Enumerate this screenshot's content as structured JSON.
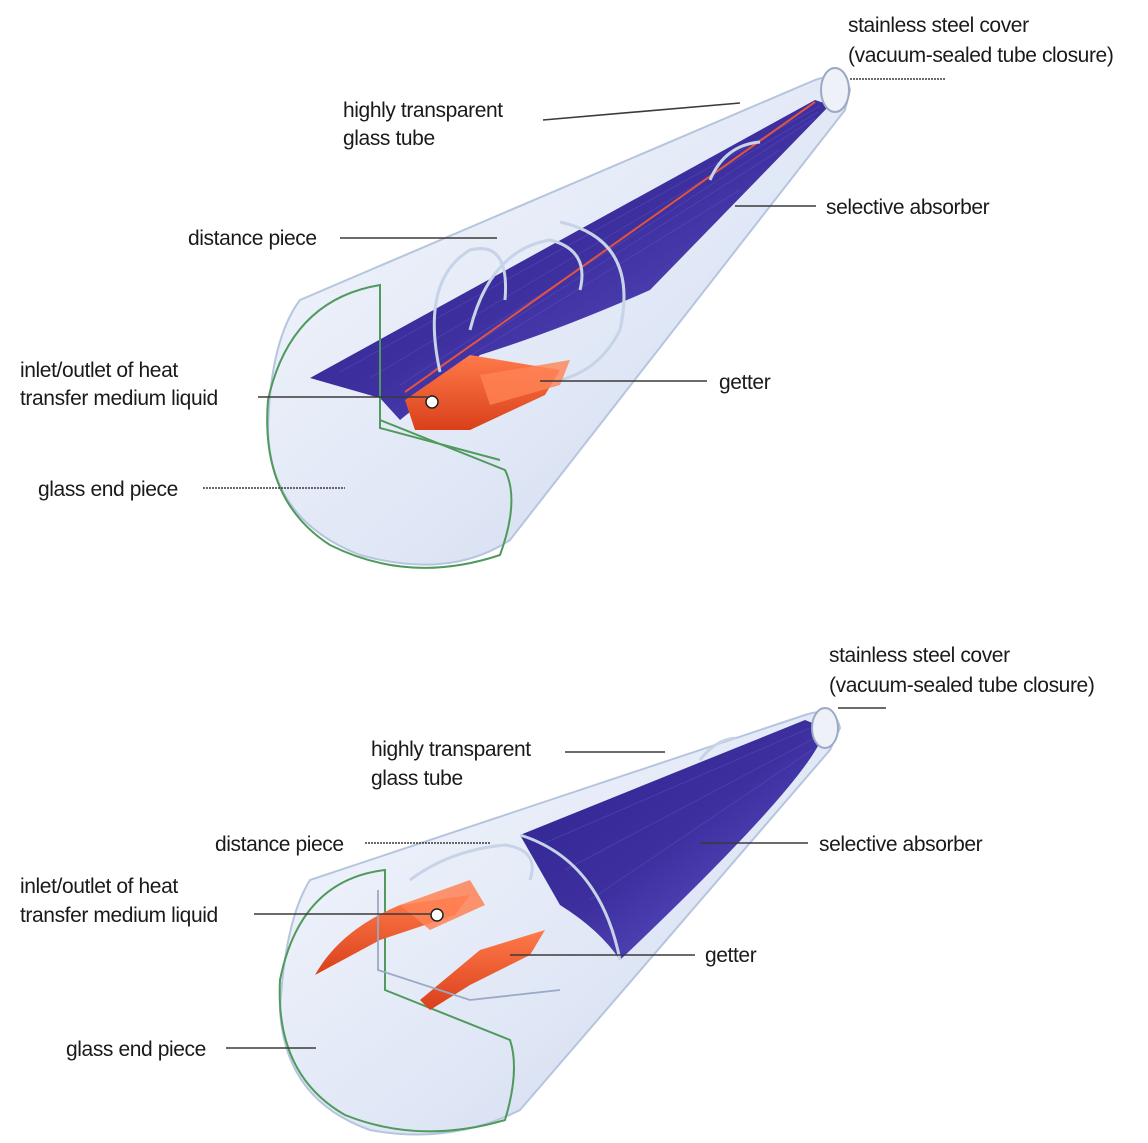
{
  "diagrams": [
    {
      "labels": {
        "stainless_steel_cover_line1": "stainless steel cover",
        "stainless_steel_cover_line2": "(vacuum-sealed tube closure)",
        "glass_tube_line1": "highly transparent",
        "glass_tube_line2": "glass tube",
        "selective_absorber": "selective absorber",
        "distance_piece": "distance piece",
        "inlet_outlet_line1": "inlet/outlet of heat",
        "inlet_outlet_line2": "transfer medium liquid",
        "getter": "getter",
        "glass_end_piece": "glass end piece"
      }
    },
    {
      "labels": {
        "stainless_steel_cover_line1": "stainless steel cover",
        "stainless_steel_cover_line2": "(vacuum-sealed tube closure)",
        "glass_tube_line1": "highly transparent",
        "glass_tube_line2": "glass tube",
        "selective_absorber": "selective absorber",
        "distance_piece": "distance piece",
        "inlet_outlet_line1": "inlet/outlet of heat",
        "inlet_outlet_line2": "transfer medium liquid",
        "getter": "getter",
        "glass_end_piece": "glass end piece"
      }
    }
  ],
  "colors": {
    "absorber": "#3d2f9e",
    "absorber_light": "#6a5fd6",
    "getter": "#f0582a",
    "glass": "#dfe6f5",
    "glass_rim": "#4f9a5c"
  }
}
